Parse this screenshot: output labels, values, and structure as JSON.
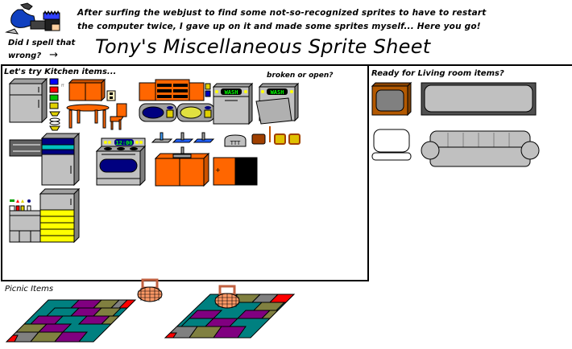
{
  "header": {
    "intro_line1": "After surfing the webjust to find some not-so-recognized sprites to have to restart",
    "intro_line2": "the computer twice,  I gave up on it and made some sprites myself...  Here you go!",
    "misspell_line1": "Did I spell that",
    "misspell_line2": "wrong?",
    "arrow": "→",
    "title": "Tony's Miscellaneous Sprite Sheet"
  },
  "sections": {
    "kitchen": {
      "label": "Let's try Kitchen items...",
      "dishwasher_caption": "broken or open?",
      "washer_text": "WASH",
      "oven_clock": "12:00"
    },
    "living_room": {
      "label": "Ready for Living room items?"
    },
    "picnic": {
      "label": "Picnic Items"
    }
  },
  "colors": {
    "cabinet_orange": "#ff6600",
    "appliance_gray": "#c0c0c0",
    "outline": "#000000",
    "oven_window": "#000080",
    "lcd_green": "#00ff00",
    "tv_wood": "#b35900",
    "blanket_teal": "#008080",
    "blanket_purple": "#800080",
    "blanket_olive": "#808040",
    "blanket_red": "#ff0000",
    "basket": "#ff9966"
  }
}
